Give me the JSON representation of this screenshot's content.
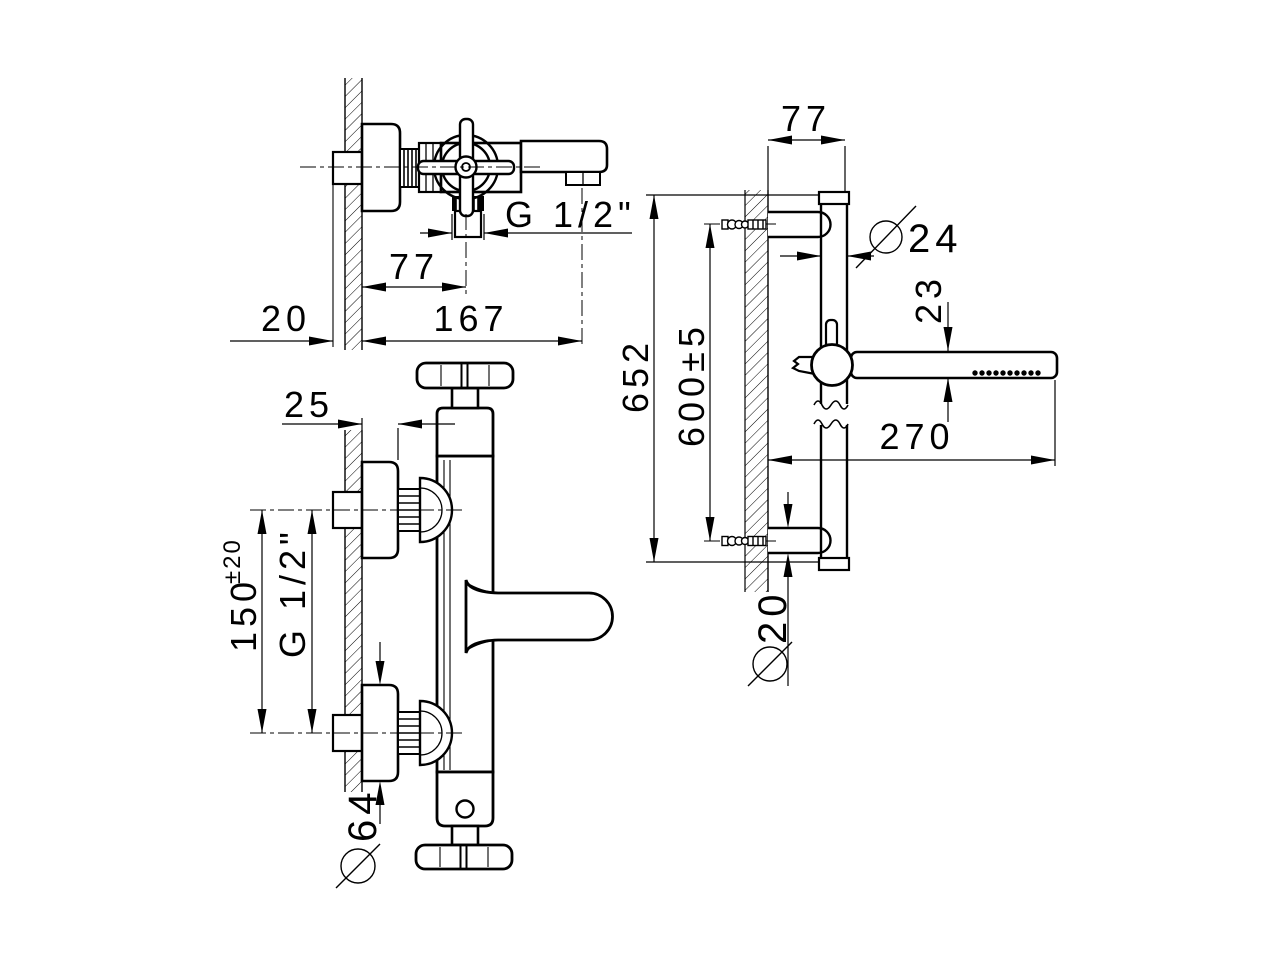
{
  "page": {
    "background": "#ffffff",
    "ink": "#000000"
  },
  "side_view_dims": {
    "g_thread": "G 1/2\"",
    "handle_offset_77": "77",
    "wall_allowance_20": "20",
    "spout_reach_167": "167"
  },
  "front_view_dims": {
    "escutcheon_depth_25": "25",
    "inlet_spacing_150": "150",
    "inlet_spacing_tolerance": "±20",
    "g_thread": "G 1/2\"",
    "escutcheon_dia_label": "Ø64",
    "escutcheon_dia_value": "64"
  },
  "rail_view_dims": {
    "wall_offset_77": "77",
    "rail_dia_label": "Ø24",
    "rail_dia_value": "24",
    "handshower_dia_23": "23",
    "overall_length_652": "652",
    "fixing_distance_600": "600±5",
    "handshower_reach_270": "270",
    "bracket_dia_label": "Ø20",
    "bracket_dia_value": "20"
  }
}
